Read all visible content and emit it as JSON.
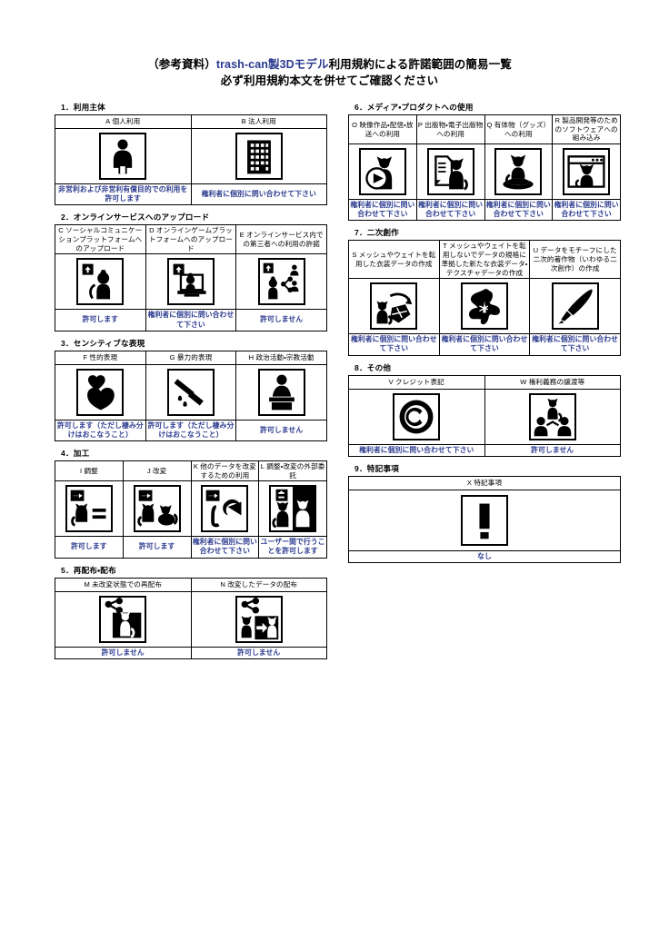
{
  "title": {
    "line1_black_prefix": "（参考資料）",
    "line1_blue": "trash-can製3Dモデル",
    "line1_black_suffix": "利用規約による許諾範囲の簡易一覧",
    "line2": "必ず利用規約本文を併せてご確認ください"
  },
  "sections": [
    {
      "id": "s1",
      "heading": "1．利用主体",
      "columns": 2,
      "cells": [
        {
          "code": "A",
          "label": "個人利用",
          "icon": "person-icon",
          "permission": "非営利および非営利有償目的での利用を許可します"
        },
        {
          "code": "B",
          "label": "法人利用",
          "icon": "building-icon",
          "permission": "権利者に個別に問い合わせて下さい"
        }
      ]
    },
    {
      "id": "s2",
      "heading": "2．オンラインサービスへのアップロード",
      "columns": 3,
      "cells": [
        {
          "code": "C",
          "label": "ソーシャルコミュニケーションプラットフォームへのアップロード",
          "icon": "upload-avatar-icon",
          "permission": "許可します"
        },
        {
          "code": "D",
          "label": "オンラインゲームプラットフォームへのアップロード",
          "icon": "upload-game-icon",
          "permission": "権利者に個別に問い合わせて下さい"
        },
        {
          "code": "E",
          "label": "オンラインサービス内での第三者への利用の許諾",
          "icon": "upload-share-icon",
          "permission": "許可しません"
        }
      ]
    },
    {
      "id": "s3",
      "heading": "3．センシティブな表現",
      "columns": 3,
      "cells": [
        {
          "code": "F",
          "label": "性的表現",
          "icon": "hearts-icon",
          "permission": "許可します（ただし棲み分けはおこなうこと）"
        },
        {
          "code": "G",
          "label": "暴力的表現",
          "icon": "knife-icon",
          "permission": "許可します（ただし棲み分けはおこなうこと）"
        },
        {
          "code": "H",
          "label": "政治活動・宗教活動",
          "icon": "podium-icon",
          "permission": "許可しません"
        }
      ]
    },
    {
      "id": "s4",
      "heading": "4．加工",
      "columns": 4,
      "cells": [
        {
          "code": "I",
          "label": "調整",
          "icon": "adjust-icon",
          "permission": "許可します"
        },
        {
          "code": "J",
          "label": "改変",
          "icon": "modify-icon",
          "permission": "許可します"
        },
        {
          "code": "K",
          "label": "他のデータを改変するための利用",
          "icon": "modify-other-icon",
          "permission": "権利者に個別に問い合わせて下さい"
        },
        {
          "code": "L",
          "label": "調整・改変の外部委託",
          "icon": "outsource-icon",
          "permission": "ユーザー間で行うことを許可します"
        }
      ]
    },
    {
      "id": "s5",
      "heading": "5．再配布・配布",
      "columns": 2,
      "cells": [
        {
          "code": "M",
          "label": "未改変状態での再配布",
          "icon": "redistribute-icon",
          "permission": "許可しません"
        },
        {
          "code": "N",
          "label": "改変したデータの配布",
          "icon": "distribute-modified-icon",
          "permission": "許可しません"
        }
      ]
    },
    {
      "id": "s6",
      "heading": "6．メディア・プロダクトへの使用",
      "columns": 4,
      "cells": [
        {
          "code": "O",
          "label": "映像作品・配信・放送への利用",
          "icon": "video-icon",
          "permission": "権利者に個別に問い合わせて下さい"
        },
        {
          "code": "P",
          "label": "出版物・電子出版物への利用",
          "icon": "publication-icon",
          "permission": "権利者に個別に問い合わせて下さい"
        },
        {
          "code": "Q",
          "label": "有体物（グッズ）への利用",
          "icon": "goods-icon",
          "permission": "権利者に個別に問い合わせて下さい"
        },
        {
          "code": "R",
          "label": "製品開発等のためのソフトウェアへの組み込み",
          "icon": "software-icon",
          "permission": "権利者に個別に問い合わせて下さい"
        }
      ]
    },
    {
      "id": "s7",
      "heading": "7．二次創作",
      "columns": 3,
      "cells": [
        {
          "code": "S",
          "label": "メッシュやウェイトを転用した衣装データの作成",
          "icon": "mesh-reuse-icon",
          "permission": "権利者に個別に問い合わせて下さい"
        },
        {
          "code": "T",
          "label": "メッシュやウェイトを転用しないでデータの規格に準拠した新たな衣装データ・テクスチャデータの作成",
          "icon": "new-costume-icon",
          "permission": "権利者に個別に問い合わせて下さい"
        },
        {
          "code": "U",
          "label": "データをモチーフにした二次的著作物（いわゆる二次創作）の作成",
          "icon": "brush-icon",
          "permission": "権利者に個別に問い合わせて下さい"
        }
      ]
    },
    {
      "id": "s8",
      "heading": "8．その他",
      "columns": 2,
      "cells": [
        {
          "code": "V",
          "label": "クレジット表記",
          "icon": "copyright-icon",
          "permission": "権利者に個別に問い合わせて下さい"
        },
        {
          "code": "W",
          "label": "権利義務の譲渡等",
          "icon": "transfer-icon",
          "permission": "許可しません"
        }
      ]
    },
    {
      "id": "s9",
      "heading": "9．特記事項",
      "columns": 1,
      "cells": [
        {
          "code": "X",
          "label": "特記事項",
          "icon": "exclamation-icon",
          "permission": "なし"
        }
      ]
    }
  ],
  "colors": {
    "permission_blue": "#2b3a8f",
    "border_black": "#000000",
    "page_background": "#ffffff"
  }
}
